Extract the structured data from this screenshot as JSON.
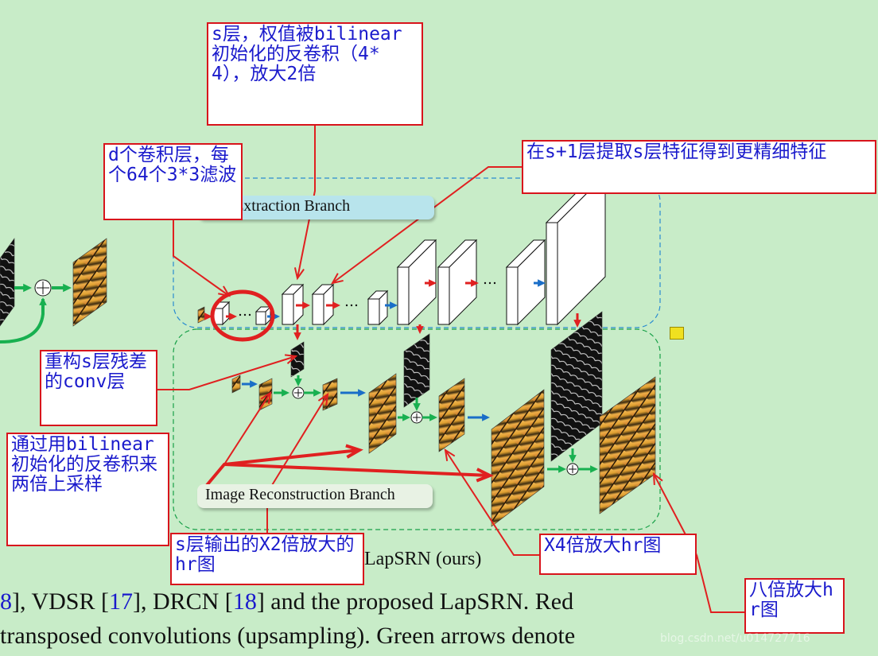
{
  "branches": {
    "feature": "ture Extraction Branch",
    "reconstruction": "Image Reconstruction Branch"
  },
  "diagram_title": "LapSRN (ours)",
  "annotations": [
    {
      "id": "deconv-init",
      "text": "s层，权值被bilinear初始化的反卷积（4*4），放大2倍"
    },
    {
      "id": "conv-layers",
      "text": "d个卷积层，每个64个3*3滤波"
    },
    {
      "id": "finer-features",
      "text": "在s+1层提取s层特征得到更精细特征"
    },
    {
      "id": "residual-conv",
      "text": "重构s层残差的conv层"
    },
    {
      "id": "bilinear-upsample",
      "text": "通过用bilinear初始化的反卷积来两倍上采样"
    },
    {
      "id": "x2-output",
      "text": "s层输出的X2倍放大的hr图"
    },
    {
      "id": "x4-output",
      "text": "X4倍放大hr图"
    },
    {
      "id": "x8-output",
      "text": "八倍放大hr图"
    }
  ],
  "caption": {
    "line1": [
      {
        "t": "8",
        "ref": true
      },
      {
        "t": "], VDSR [",
        "ref": false
      },
      {
        "t": "17",
        "ref": true
      },
      {
        "t": "], DRCN [",
        "ref": false
      },
      {
        "t": "18",
        "ref": true
      },
      {
        "t": "] and the proposed LapSRN. Red",
        "ref": false
      }
    ],
    "line2": "transposed convolutions (upsampling).  Green arrows denote"
  },
  "watermark": "blog.csdn.net/u014727716",
  "colors": {
    "background": "#c8ecc8",
    "annotation_border": "#d8141c",
    "annotation_text": "#1a1acc",
    "red_arrow": "#e02020",
    "blue_arrow": "#1a6ec8",
    "green_arrow": "#18b050"
  }
}
